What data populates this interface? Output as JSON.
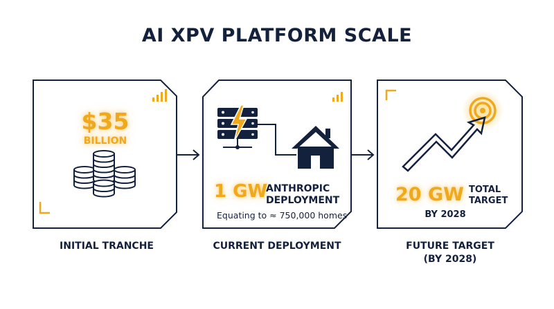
{
  "title": "AI XPV PLATFORM SCALE",
  "colors": {
    "navy": "#14213d",
    "orange": "#f0a81c",
    "background": "#ffffff"
  },
  "panels": [
    {
      "amount": "$35",
      "unit": "BILLION",
      "icon": "coin-stacks-icon",
      "label": "INITIAL TRANCHE"
    },
    {
      "value": "1 GW",
      "value_label_line1": "ANTHROPIC",
      "value_label_line2": "DEPLOYMENT",
      "note": "Equating to ≈ 750,000 homes",
      "icons": [
        "server-rack-icon",
        "house-icon"
      ],
      "label": "CURRENT DEPLOYMENT"
    },
    {
      "value": "20 GW",
      "value_label_line1": "TOTAL",
      "value_label_line2": "TARGET",
      "value_label_line3": "BY 2028",
      "icons": [
        "trend-arrow-icon",
        "target-icon"
      ],
      "label_line1": "FUTURE TARGET",
      "label_line2": "(BY 2028)"
    }
  ]
}
